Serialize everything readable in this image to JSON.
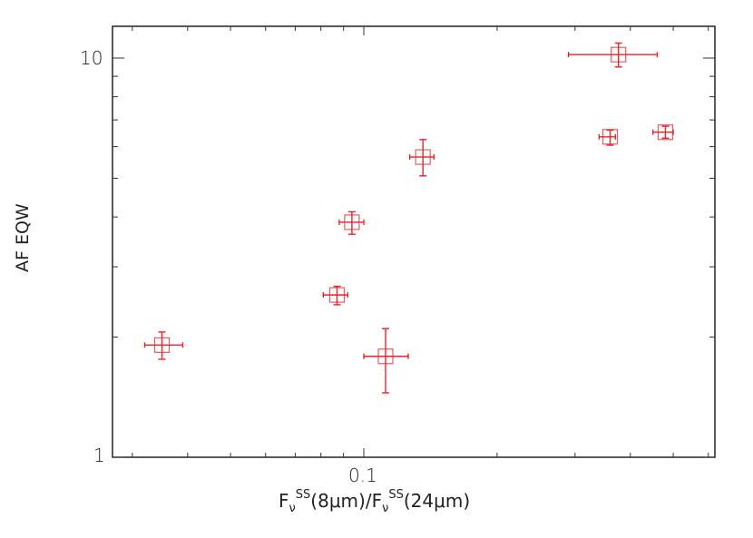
{
  "chart_data": {
    "type": "scatter",
    "title": "",
    "xlabel": "F_ν^SS(8μm)/F_ν^SS(24μm)",
    "ylabel": "AF EQW",
    "xscale": "log",
    "yscale": "log",
    "xlim": [
      0.027,
      0.62
    ],
    "ylim": [
      1,
      11
    ],
    "x_tick_labels": [
      "0.1"
    ],
    "y_tick_labels": [
      "1",
      "10"
    ],
    "grid": false,
    "legend": null,
    "marker": "open-square",
    "color": "#e8222a",
    "points": [
      {
        "x": 0.035,
        "y": 1.91,
        "xerr": [
          0.032,
          0.039
        ],
        "yerr": [
          1.76,
          2.06
        ]
      },
      {
        "x": 0.087,
        "y": 2.55,
        "xerr": [
          0.081,
          0.092
        ],
        "yerr": [
          2.41,
          2.68
        ]
      },
      {
        "x": 0.094,
        "y": 3.88,
        "xerr": [
          0.088,
          0.1
        ],
        "yerr": [
          3.62,
          4.12
        ]
      },
      {
        "x": 0.112,
        "y": 1.79,
        "xerr": [
          0.1,
          0.126
        ],
        "yerr": [
          1.45,
          2.1
        ]
      },
      {
        "x": 0.136,
        "y": 5.65,
        "xerr": [
          0.127,
          0.144
        ],
        "yerr": [
          5.07,
          6.25
        ]
      },
      {
        "x": 0.36,
        "y": 6.35,
        "xerr": [
          0.34,
          0.37
        ],
        "yerr": [
          6.05,
          6.6
        ]
      },
      {
        "x": 0.376,
        "y": 10.2,
        "xerr": [
          0.29,
          0.46
        ],
        "yerr": [
          9.5,
          10.9
        ]
      },
      {
        "x": 0.48,
        "y": 6.52,
        "xerr": [
          0.45,
          0.5
        ],
        "yerr": [
          6.3,
          6.75
        ]
      }
    ]
  },
  "axes": {
    "x_major_label": "0.1",
    "y_major_labels": [
      "10",
      "1"
    ],
    "ylabel": "AF EQW",
    "xlabel_parts": {
      "f1": "F",
      "sub1": "ν",
      "sup1": "SS",
      "mid1": "(8μm)/F",
      "sub2": "ν",
      "sup2": "SS",
      "end": "(24μm)"
    }
  }
}
